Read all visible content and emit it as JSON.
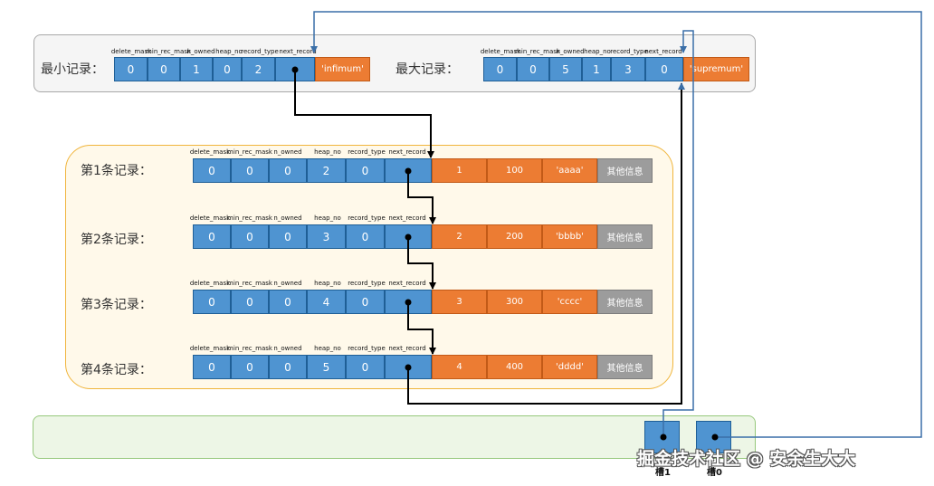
{
  "headers_top": [
    "delete_mask",
    "min_rec_mask",
    "n_owned",
    "heap_no",
    "record_type",
    "next_record"
  ],
  "headers_mid": [
    "delete_mask",
    "min_rec_mask",
    "n_owned",
    "heap_no",
    "record_type",
    "next_record"
  ],
  "infimum": {
    "label": "最小记录：",
    "values": [
      "0",
      "0",
      "1",
      "0",
      "2",
      ""
    ],
    "data": "'infimum'"
  },
  "supremum": {
    "label": "最大记录：",
    "values": [
      "0",
      "0",
      "5",
      "1",
      "3",
      "0"
    ],
    "data": "'supremum'"
  },
  "records": [
    {
      "label": "第1条记录：",
      "values": [
        "0",
        "0",
        "0",
        "2",
        "0",
        ""
      ],
      "data": [
        "1",
        "100",
        "'aaaa'",
        "其他信息"
      ]
    },
    {
      "label": "第2条记录：",
      "values": [
        "0",
        "0",
        "0",
        "3",
        "0",
        ""
      ],
      "data": [
        "2",
        "200",
        "'bbbb'",
        "其他信息"
      ]
    },
    {
      "label": "第3条记录：",
      "values": [
        "0",
        "0",
        "0",
        "4",
        "0",
        ""
      ],
      "data": [
        "3",
        "300",
        "'cccc'",
        "其他信息"
      ]
    },
    {
      "label": "第4条记录：",
      "values": [
        "0",
        "0",
        "0",
        "5",
        "0",
        ""
      ],
      "data": [
        "4",
        "400",
        "'dddd'",
        "其他信息"
      ]
    }
  ],
  "slots": [
    {
      "label": "槽1"
    },
    {
      "label": "槽0"
    }
  ],
  "watermark": "掘金技术社区 @ 安余生大大",
  "colors": {
    "header_cell": "#4f94d1",
    "data_cell": "#ec7c33",
    "extra_cell": "#9c9c9c",
    "arrow_black": "#000000",
    "arrow_blue": "#3a6fa8"
  }
}
